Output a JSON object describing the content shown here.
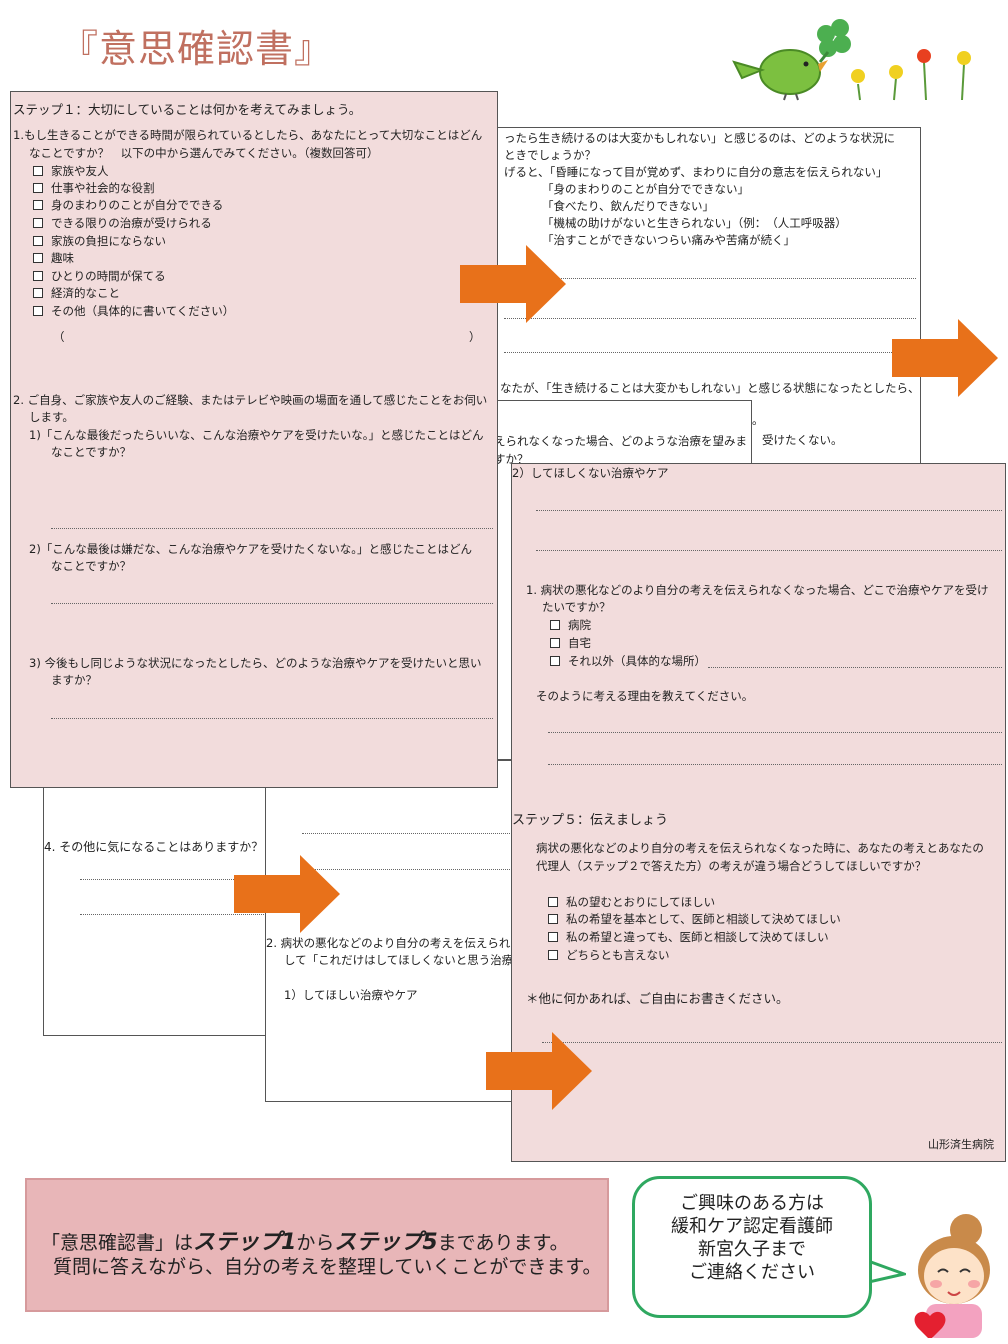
{
  "title": "『意思確認書』",
  "sheet_step1": {
    "heading": "ステップ１：大切にしていることは何かを考えてみましょう。",
    "q1": [
      "1.もし生きることができる時間が限られているとしたら、あなたにとって大切なことはどん",
      "なことですか？　以下の中から選んでみてください。（複数回答可）"
    ],
    "options": [
      "家族や友人",
      "仕事や社会的な役割",
      "身のまわりのことが自分でできる",
      "できる限りの治療が受けられる",
      "家族の負担にならない",
      "趣味",
      "ひとりの時間が保てる",
      "経済的なこと",
      "その他（具体的に書いてください）"
    ],
    "paren_open": "（",
    "paren_close": "）",
    "q2": [
      "2. ご自身、ご家族や友人のご経験、またはテレビや映画の場面を通して感じたことをお伺い",
      "します。"
    ],
    "q2_1": [
      "1)「こんな最後だったらいいな、こんな治療やケアを受けたいな。」と感じたことはどん",
      "なことですか？"
    ],
    "q2_2": [
      "2)「こんな最後は嫌だな、こんな治療やケアを受けたくないな。」と感じたことはどん",
      "なことですか？"
    ],
    "q2_3": [
      "3) 今後もし同じような状況になったとしたら、どのような治療やケアを受けたいと思い",
      "ますか？"
    ]
  },
  "sheet_step2": {
    "lines": [
      "ったら生き続けるのは大変かもしれない」と感じるのは、どのような状況に",
      "ときでしょうか？",
      "げると、「昏睡になって目が覚めず、まわりに自分の意志を伝えられない」"
    ],
    "examples": [
      "「身のまわりのことが自分でできない」",
      "「食べたり、飲んだりできない」",
      "「機械の助けがないと生きられない」（例：　（人工呼吸器）",
      "「治すことができないつらい痛みや苦痛が続く」"
    ],
    "lower1": "なたが、「生き続けることは大変かもしれない」と感じる状態になったとしたら、",
    "lower2": "。",
    "lower3": "受けたくない。"
  },
  "sheet_step3": {
    "line1": "えられなくなった場合、どのような治療を望みま",
    "line2": "すか？"
  },
  "sheet_back": {
    "q4": "4. その他に気になることはありますか？"
  },
  "sheet_step4": {
    "q2": [
      "2. 病状の悪化などのより自分の考えを伝えられ",
      "して「これだけはしてほしくないと思う治療"
    ],
    "q2_1": "1）してほしい治療やケア"
  },
  "sheet_step5": {
    "top_item": "2）してほしくない治療やケア",
    "q1": [
      "1. 病状の悪化などのより自分の考えを伝えられなくなった場合、どこで治療やケアを受け",
      "たいですか？"
    ],
    "places": [
      "病院",
      "自宅",
      "それ以外（具体的な場所）"
    ],
    "reason": "そのように考える理由を教えてください。",
    "heading": "ステップ５：伝えましょう",
    "q_intro": [
      "病状の悪化などのより自分の考えを伝えられなくなった時に、あなたの考えとあなたの",
      "代理人（ステップ２で答えた方）の考えが違う場合どうしてほしいですか？"
    ],
    "choices": [
      "私の望むとおりにしてほしい",
      "私の希望を基本として、医師と相談して決めてほしい",
      "私の希望と違っても、医師と相談して決めてほしい",
      "どちらとも言えない"
    ],
    "other": "＊他に何かあれば、ご自由にお書きください。",
    "hospital": "山形済生病院"
  },
  "info_box": {
    "line1_pre": "「意思確認書」は",
    "line1_b1": "ステップ1",
    "line1_mid": "から",
    "line1_b2": "ステップ5",
    "line1_post": "まであります。",
    "line2": "質問に答えながら、自分の考えを整理していくことができます。"
  },
  "contact_bubble": {
    "lines": [
      "ご興味のある方は",
      "緩和ケア認定看護師",
      "新宮久子まで",
      "ご連絡ください"
    ]
  },
  "colors": {
    "pink_sheet": "#f2dcdc",
    "arrow": "#e8711a",
    "title": "#c07060",
    "info_box": "#e8b6b8",
    "bubble_border": "#2fa860"
  },
  "icons": [
    "bird-icon",
    "clover-icon",
    "flower-icon",
    "nurse-icon",
    "heart-icon",
    "arrow-right-icon"
  ]
}
